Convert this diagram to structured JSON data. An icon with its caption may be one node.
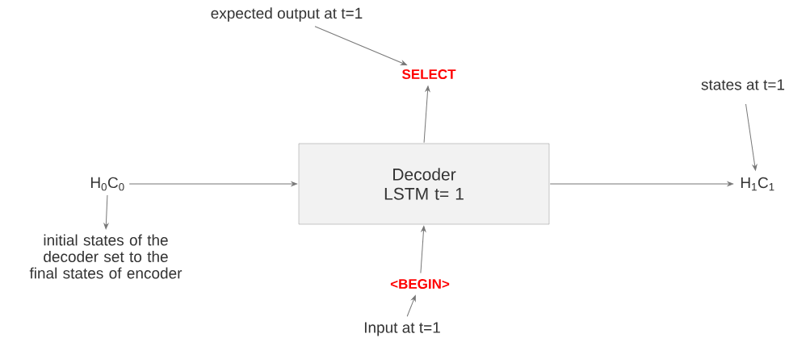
{
  "diagram": {
    "nodes": [
      {
        "text": [
          "H$_{0}$C$_{0}$"
        ]
      },
      {
        "text": [
          "Decoder LSTM t= 1"
        ]
      },
      {
        "text": [
          "SELECT"
        ]
      },
      {
        "text": [
          "expected output at t=1"
        ]
      },
      {
        "text": [
          "states at t=1"
        ]
      },
      {
        "text": [
          "H$_{1}$C$_{1}$"
        ]
      },
      {
        "text": [
          "<BEGIN>"
        ]
      },
      {
        "text": [
          "Input at t=1"
        ]
      },
      {
        "text": [
          "initial states of the decoder set to the final states of encoder"
        ]
      }
    ],
    "edges": [
      {
        "from": 0,
        "to": 1,
        "arrow": "to"
      },
      {
        "from": 1,
        "to": 2,
        "arrow": "to"
      },
      {
        "from": 3,
        "to": 2,
        "arrow": "to"
      },
      {
        "from": 1,
        "to": 5,
        "arrow": "to"
      },
      {
        "from": 4,
        "to": 5,
        "arrow": "to"
      },
      {
        "from": 6,
        "to": 1,
        "arrow": "to"
      },
      {
        "from": 7,
        "to": 6,
        "arrow": "to"
      },
      {
        "from": 0,
        "to": 8,
        "arrow": "to"
      }
    ]
  }
}
